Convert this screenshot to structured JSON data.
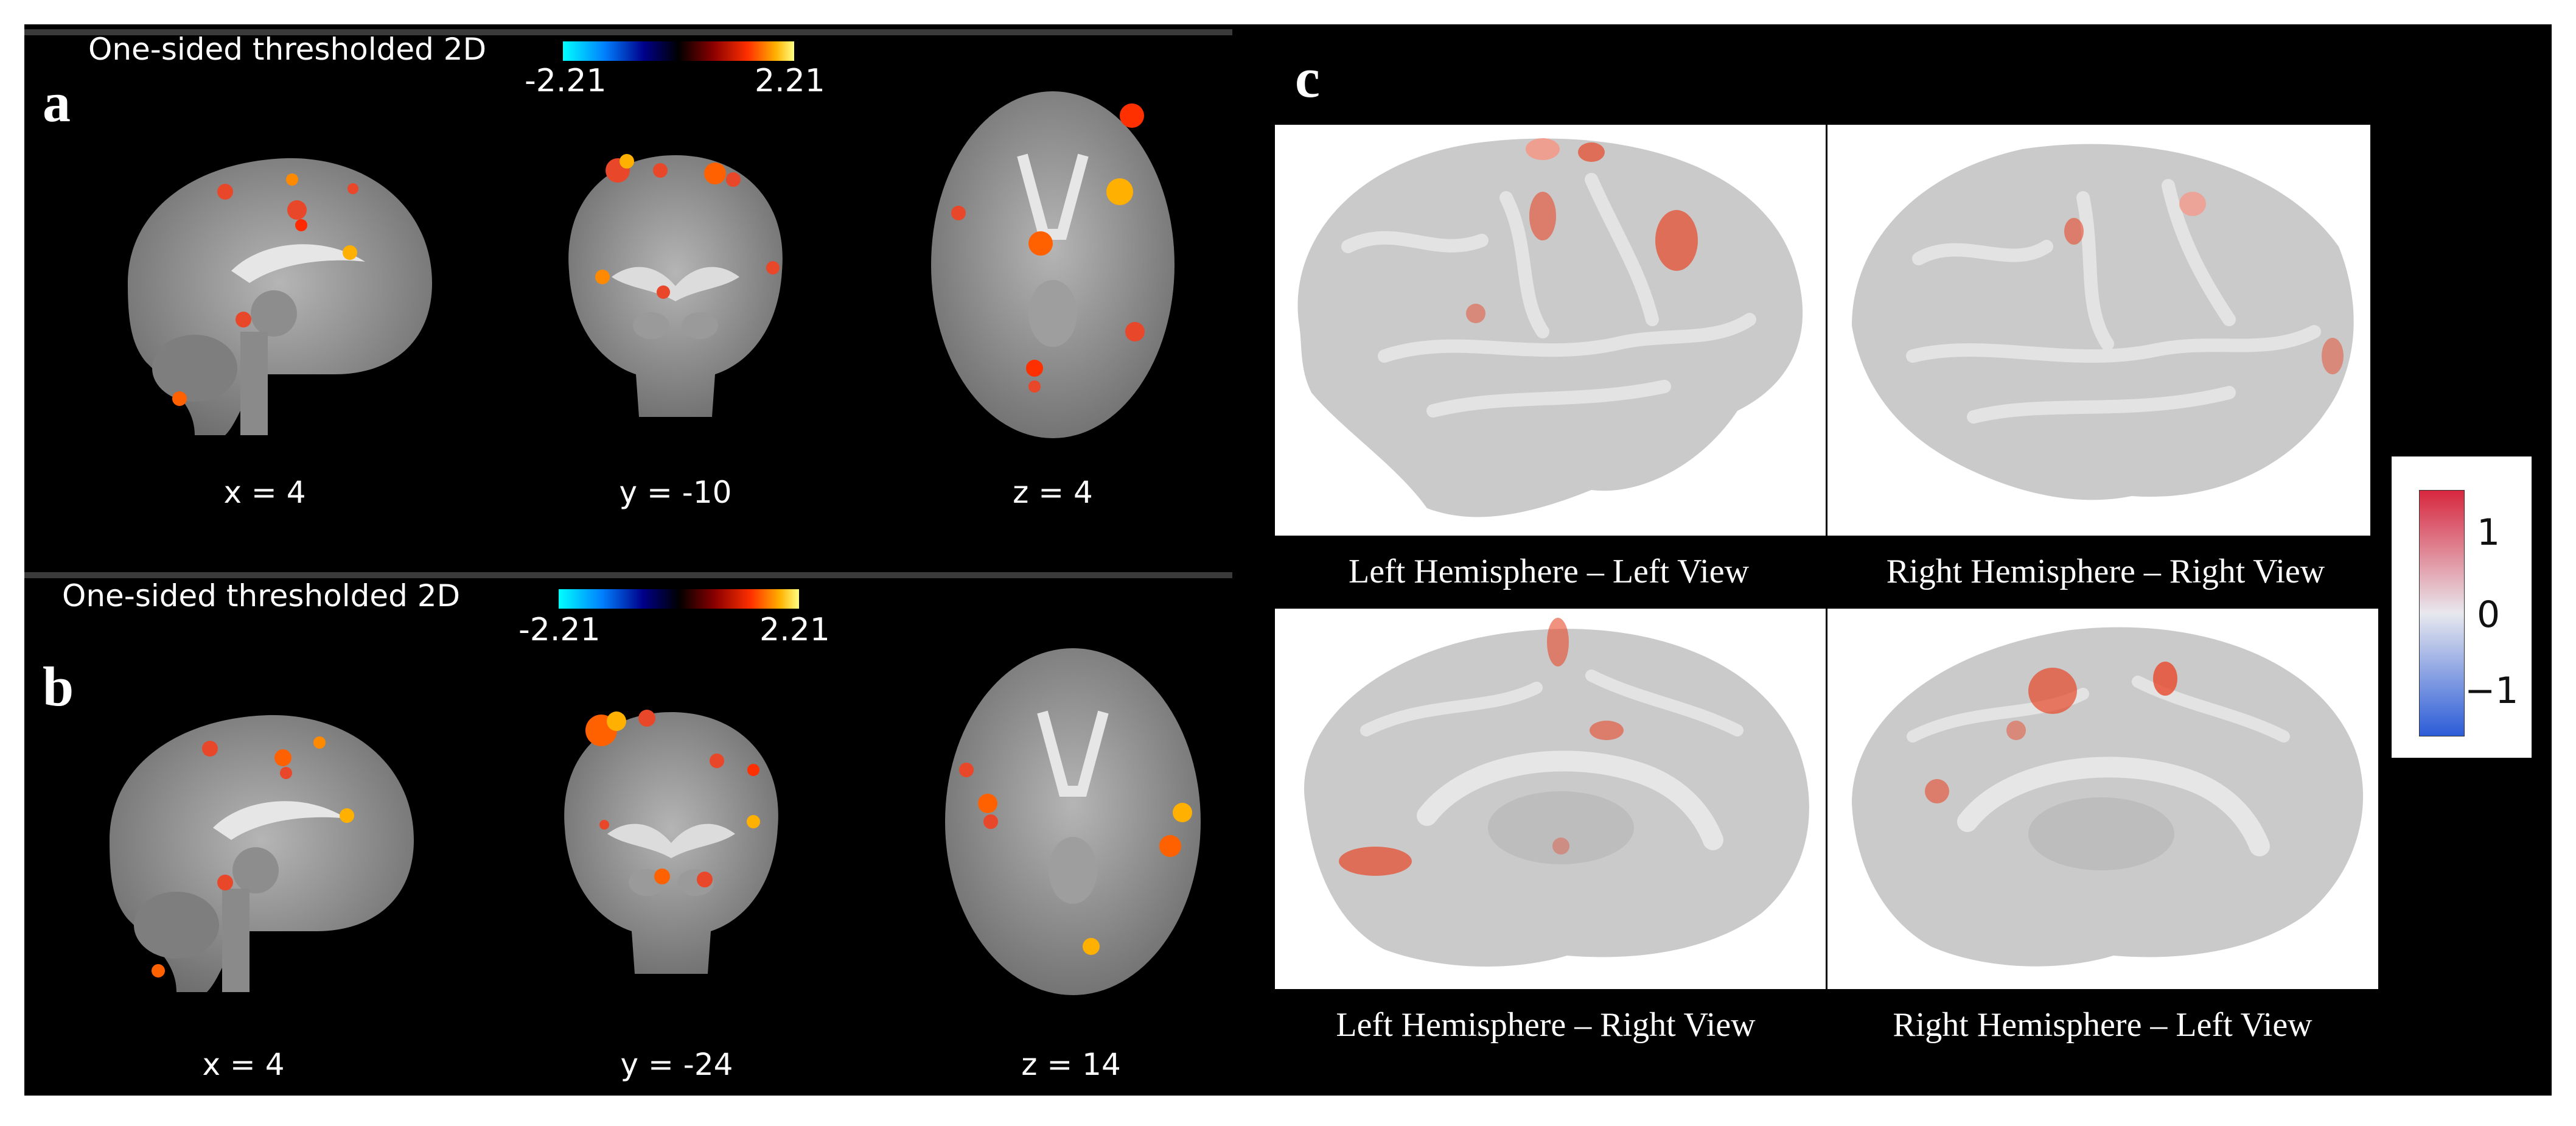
{
  "panels": {
    "a": {
      "letter": "a",
      "threshold_title": "One-sided thresholded 2D",
      "colorbar": {
        "min_label": "-2.21",
        "max_label": "2.21"
      },
      "slices": [
        {
          "label": "x = 4",
          "view": "sagittal"
        },
        {
          "label": "y = -10",
          "view": "coronal"
        },
        {
          "label": "z = 4",
          "view": "axial"
        }
      ]
    },
    "b": {
      "letter": "b",
      "threshold_title": "One-sided thresholded 2D",
      "colorbar": {
        "min_label": "-2.21",
        "max_label": "2.21"
      },
      "slices": [
        {
          "label": "x = 4",
          "view": "sagittal"
        },
        {
          "label": "y = -24",
          "view": "coronal"
        },
        {
          "label": "z = 14",
          "view": "axial"
        }
      ]
    },
    "c": {
      "letter": "c",
      "views": [
        {
          "label": "Left Hemisphere – Left View"
        },
        {
          "label": "Right Hemisphere – Right View"
        },
        {
          "label": "Left Hemisphere – Right View"
        },
        {
          "label": "Right Hemisphere – Left View"
        }
      ],
      "legend": {
        "ticks": [
          "1",
          "0",
          "−1"
        ]
      }
    }
  },
  "colors": {
    "background": "#000000",
    "surface": "#c9c9c9",
    "activation": "#e8472a",
    "legend_high": "#d7263d",
    "legend_mid": "#e8e8ee",
    "legend_low": "#2a5bd7"
  }
}
